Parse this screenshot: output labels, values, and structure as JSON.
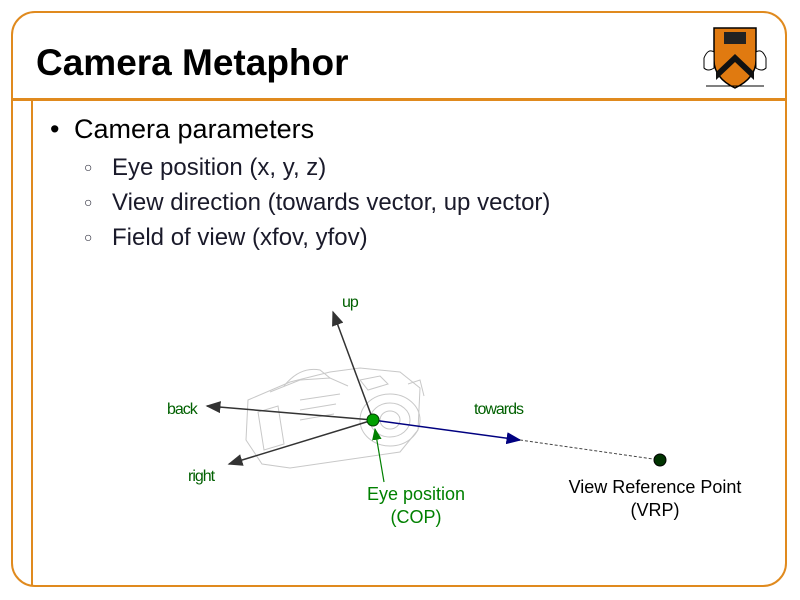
{
  "title": "Camera Metaphor",
  "bullet": "Camera parameters",
  "sub_bullets": [
    "Eye position (x, y, z)",
    "View direction (towards vector, up vector)",
    "Field of view (xfov, yfov)"
  ],
  "diagram": {
    "up_label": "up",
    "back_label": "back",
    "towards_label": "towards",
    "right_label": "right",
    "eye_label_line1": "Eye position",
    "eye_label_line2": "(COP)",
    "vrp_label_line1": "View Reference Point",
    "vrp_label_line2": "(VRP)"
  },
  "colors": {
    "frame": "#e08a1e",
    "vector_green": "#008000",
    "towards_vector": "#000080",
    "vrp_point": "#003300"
  },
  "icons": {
    "logo": "princeton-shield-icon",
    "sub_bullet": "hollow-circle-bullet-icon"
  }
}
